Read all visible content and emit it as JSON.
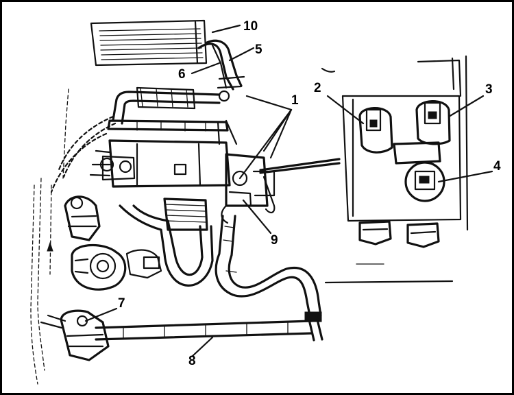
{
  "diagram": {
    "callouts": [
      "10",
      "5",
      "6",
      "1",
      "2",
      "3",
      "4",
      "9",
      "7",
      "8"
    ]
  }
}
